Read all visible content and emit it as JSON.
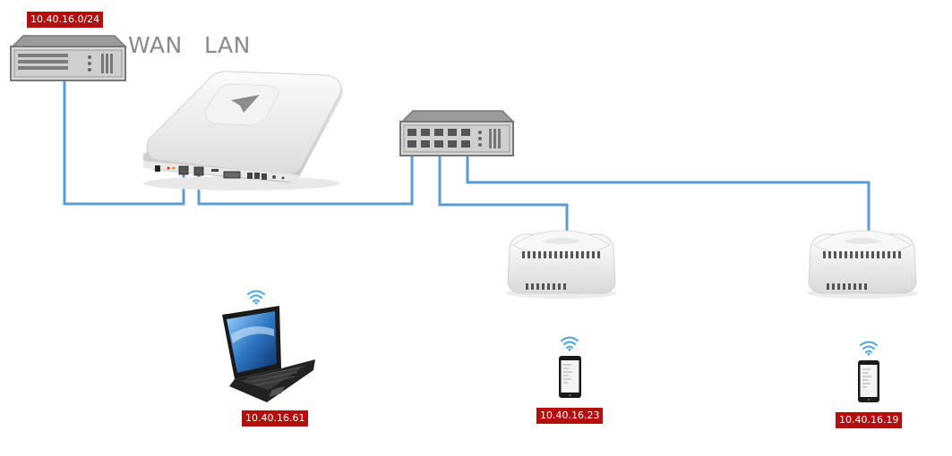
{
  "labels": {
    "wan": "WAN",
    "lan": "LAN",
    "upstream_subnet": "10.40.16.0/24",
    "laptop_ip": "10.40.16.61",
    "phone1_ip": "10.40.16.23",
    "phone2_ip": "10.40.16.19"
  },
  "colors": {
    "cable": "#5b9bd5",
    "ip_tag_bg": "#b30f0f",
    "ip_tag_text": "#ffffff",
    "device_gray": "#8a8a8a",
    "wifi": "#4aa3e0"
  },
  "icons": [
    "server-rack-icon",
    "router-icon",
    "network-switch-icon",
    "access-point-icon",
    "laptop-icon",
    "smartphone-icon",
    "wifi-icon"
  ]
}
